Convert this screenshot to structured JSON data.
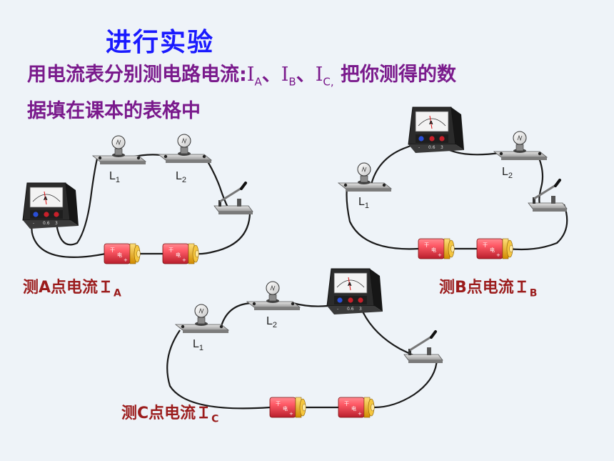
{
  "slide": {
    "title": "进行实验",
    "instruction": {
      "prefix": "用电流表分别测电路电流:",
      "current_symbol": "I",
      "subscripts": [
        "A",
        "B",
        "C,"
      ],
      "separator": "、",
      "line1_suffix": "把你测得的数",
      "line2": "据填在课本的表格中"
    }
  },
  "circuits": {
    "a": {
      "caption": "测A点电流Ｉ",
      "caption_sub": "A",
      "bulb1_label": "L",
      "bulb1_sub": "1",
      "bulb2_label": "L",
      "bulb2_sub": "2"
    },
    "b": {
      "caption": "测B点电流Ｉ",
      "caption_sub": "B",
      "bulb1_label": "L",
      "bulb1_sub": "1",
      "bulb2_label": "L",
      "bulb2_sub": "2"
    },
    "c": {
      "caption": "测C点电流Ｉ",
      "caption_sub": "C",
      "bulb1_label": "L",
      "bulb1_sub": "1",
      "bulb2_label": "L",
      "bulb2_sub": "2"
    }
  },
  "ammeter": {
    "dial_letter": "A",
    "terminals": [
      "-",
      "0.6",
      "3"
    ]
  },
  "battery": {
    "marking": "干电池"
  },
  "colors": {
    "title": "#1a1aff",
    "instruction": "#7a1a8c",
    "caption": "#9b1c1c",
    "wire": "#1a1a1a",
    "battery_body": "#e83c4c",
    "battery_cap": "#f2b21c",
    "ammeter_case": "#2a2a2a"
  }
}
